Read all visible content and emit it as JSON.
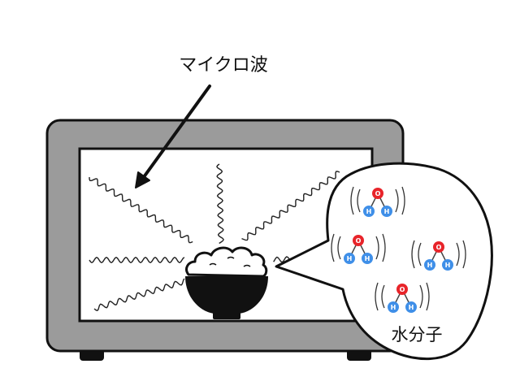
{
  "labels": {
    "microwave": "マイクロ波",
    "water_molecule": "水分子"
  },
  "atoms": {
    "oxygen": "O",
    "hydrogen": "H"
  },
  "colors": {
    "oven_body": "#9b9b9b",
    "oven_window": "#ffffff",
    "outline": "#111111",
    "bowl": "#111111",
    "oxygen": "#e8242a",
    "hydrogen": "#3f8fe8",
    "wave": "#222222"
  },
  "molecule_count": 4,
  "wave_count": 7
}
